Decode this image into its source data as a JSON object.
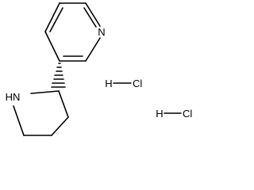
{
  "molecule": {
    "ring_atom_N": "N",
    "pyrrolidine_NH": "HN"
  },
  "salts": [
    {
      "h": "H",
      "cl": "Cl"
    },
    {
      "h": "H",
      "cl": "Cl"
    }
  ],
  "colors": {
    "ink": "#000000",
    "background": "#ffffff"
  }
}
